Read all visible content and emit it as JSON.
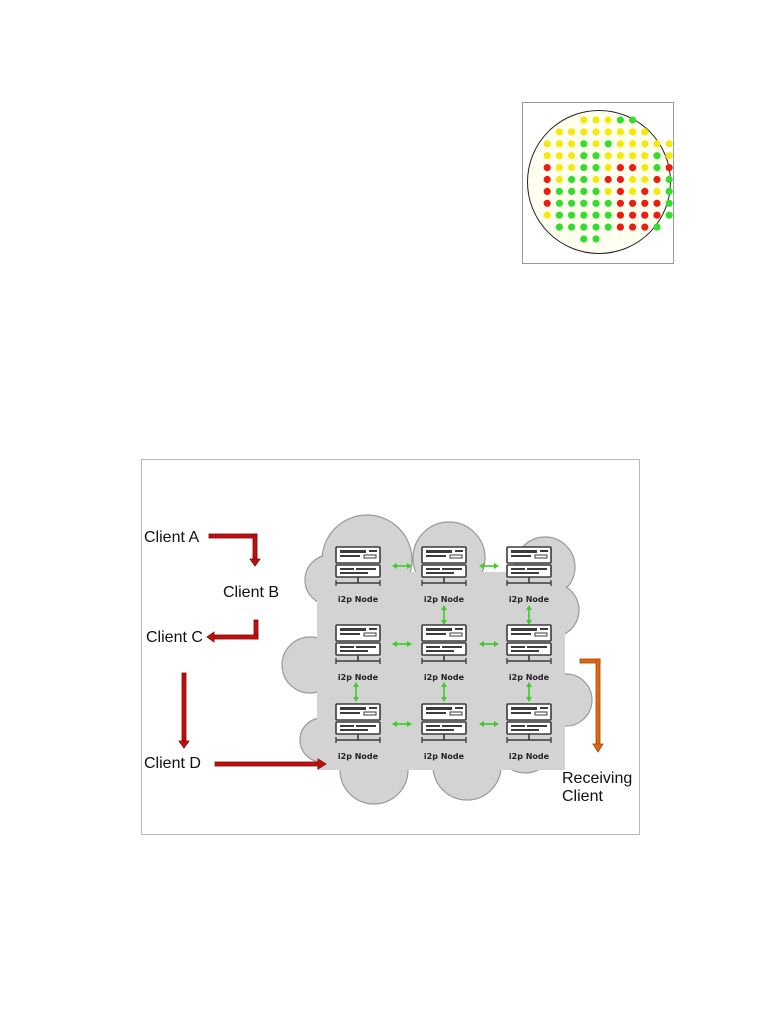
{
  "wafer_map": {
    "colors": {
      "fail": "#ee1c10",
      "marginal": "#f5e90c",
      "pass": "#33dd2c",
      "wafer_fill": "#fffff0",
      "outline": "#222222"
    },
    "rows": [
      "....mmmpp.....",
      "..mmmmmmmm....",
      ".mmmpmpmmmmm..",
      ".mmmppmmmmpm..",
      ".fmmppmffmpfp.",
      ".fmppmffmmfpp.",
      ".fppppmfmfmpp.",
      ".fpppppffffpp.",
      ".mpppppffffp..",
      "..pppppfffp...",
      "....pp........"
    ]
  },
  "network_diagram": {
    "clients": {
      "a": "Client A",
      "b": "Client B",
      "c": "Client C",
      "d": "Client D",
      "receiving_line1": "Receiving",
      "receiving_line2": "Client"
    },
    "node_label": "i2p Node",
    "node_count": 9,
    "colors": {
      "cloud": "#d3d3d3",
      "cloud_edge": "#9a9a9a",
      "client_arrow": "#c40e0e",
      "exit_arrow": "#e06a10",
      "link_arrow": "#3fcc28",
      "server": "#3b3b3b"
    }
  }
}
